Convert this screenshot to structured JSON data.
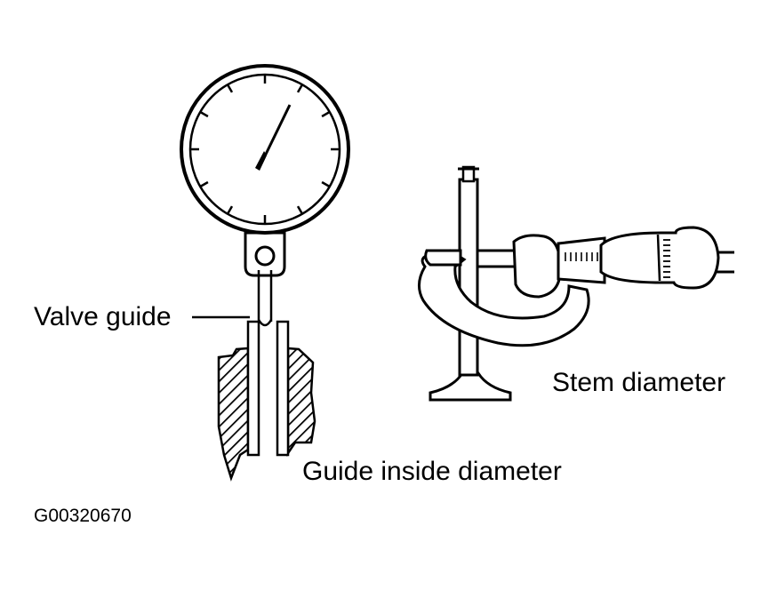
{
  "labels": {
    "valve_guide": "Valve guide",
    "stem_diameter": "Stem diameter",
    "guide_inside_diameter": "Guide inside diameter"
  },
  "figure_code": "G00320670",
  "colors": {
    "ink": "#000000",
    "paper": "#ffffff"
  }
}
